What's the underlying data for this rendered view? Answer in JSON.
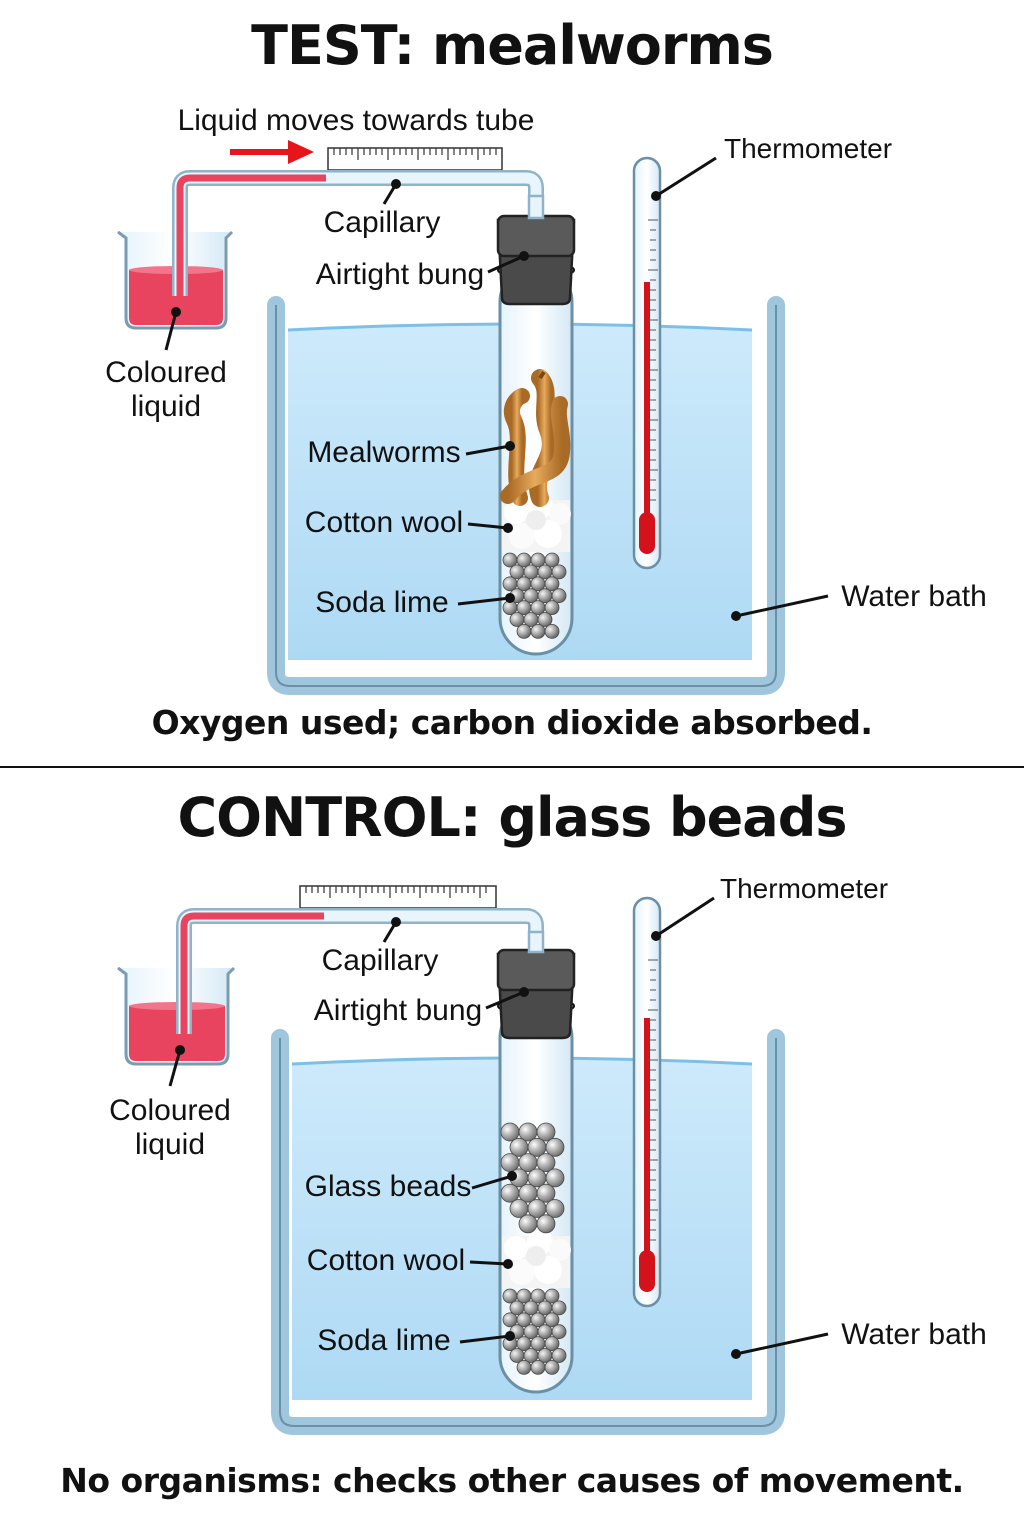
{
  "colors": {
    "liquid": "#e8435f",
    "water": "#bfe3f8",
    "thermo_red": "#d4121c",
    "bung": "#4a4a4a",
    "arrow": "#e8141c"
  },
  "test": {
    "title": "TEST: mealworms",
    "arrow_label": "Liquid moves towards tube",
    "labels": {
      "thermometer": "Thermometer",
      "capillary": "Capillary",
      "airtight_bung": "Airtight bung",
      "coloured_liquid_1": "Coloured",
      "coloured_liquid_2": "liquid",
      "contents": "Mealworms",
      "cotton_wool": "Cotton wool",
      "soda_lime": "Soda lime",
      "water_bath": "Water bath"
    },
    "caption": "Oxygen used; carbon dioxide absorbed."
  },
  "control": {
    "title": "CONTROL: glass beads",
    "labels": {
      "thermometer": "Thermometer",
      "capillary": "Capillary",
      "airtight_bung": "Airtight bung",
      "coloured_liquid_1": "Coloured",
      "coloured_liquid_2": "liquid",
      "contents": "Glass beads",
      "cotton_wool": "Cotton wool",
      "soda_lime": "Soda lime",
      "water_bath": "Water bath"
    },
    "caption": "No organisms: checks other causes of movement."
  }
}
